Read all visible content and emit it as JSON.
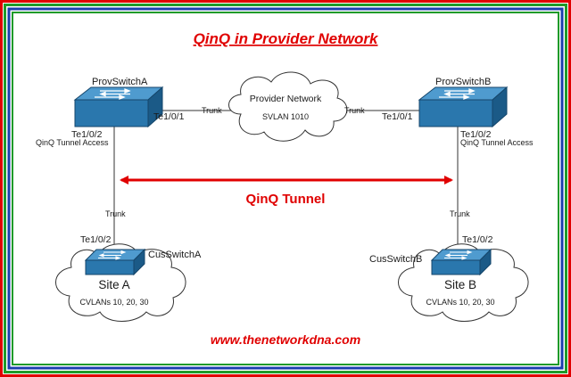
{
  "title": "QinQ in Provider Network",
  "provider": {
    "name": "Provider Network",
    "svlan": "SVLAN 1010"
  },
  "prov_a": {
    "name": "ProvSwitchA",
    "uplink_port": "Te1/0/1",
    "access_port": "Te1/0/2",
    "access_mode": "QinQ Tunnel Access"
  },
  "prov_b": {
    "name": "ProvSwitchB",
    "uplink_port": "Te1/0/1",
    "access_port": "Te1/0/2",
    "access_mode": "QinQ Tunnel Access"
  },
  "links": {
    "trunk_label": "Trunk"
  },
  "tunnel_label": "QinQ Tunnel",
  "site_a": {
    "switch": "CusSwitchA",
    "port": "Te1/0/2",
    "name": "Site A",
    "vlans": "CVLANs 10, 20, 30"
  },
  "site_b": {
    "switch": "CusSwitchB",
    "port": "Te1/0/2",
    "name": "Site B",
    "vlans": "CVLANs 10, 20, 30"
  },
  "website": "www.thenetworkdna.com",
  "colors": {
    "frame_red": "#e00000",
    "frame_green": "#1f9a2a",
    "frame_blue": "#1b3fae",
    "switch_blue": "#2a77ad",
    "switch_top": "#4f9bcf",
    "accent_red": "#e00000"
  }
}
